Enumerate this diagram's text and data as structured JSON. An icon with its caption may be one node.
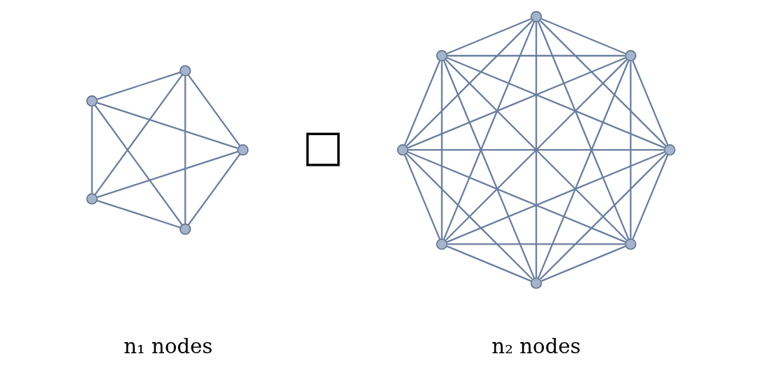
{
  "diagram": {
    "nodes": [
      {
        "text": [],
        "shape": "circle"
      },
      {
        "text": [],
        "shape": "circle"
      },
      {
        "text": [],
        "shape": "circle"
      },
      {
        "text": [],
        "shape": "circle"
      },
      {
        "text": [],
        "shape": "circle"
      },
      {
        "text": [],
        "shape": "circle"
      },
      {
        "text": [],
        "shape": "circle"
      },
      {
        "text": [],
        "shape": "circle"
      },
      {
        "text": [],
        "shape": "circle"
      },
      {
        "text": [],
        "shape": "circle"
      },
      {
        "text": [],
        "shape": "circle"
      },
      {
        "text": [],
        "shape": "circle"
      },
      {
        "text": [],
        "shape": "circle"
      }
    ],
    "edges": [
      {
        "from": 0,
        "to": 1,
        "arrow": "none"
      },
      {
        "from": 0,
        "to": 2,
        "arrow": "none"
      },
      {
        "from": 0,
        "to": 3,
        "arrow": "none"
      },
      {
        "from": 0,
        "to": 4,
        "arrow": "none"
      },
      {
        "from": 1,
        "to": 2,
        "arrow": "none"
      },
      {
        "from": 1,
        "to": 3,
        "arrow": "none"
      },
      {
        "from": 1,
        "to": 4,
        "arrow": "none"
      },
      {
        "from": 2,
        "to": 3,
        "arrow": "none"
      },
      {
        "from": 2,
        "to": 4,
        "arrow": "none"
      },
      {
        "from": 3,
        "to": 4,
        "arrow": "none"
      },
      {
        "from": 5,
        "to": 6,
        "arrow": "none"
      },
      {
        "from": 5,
        "to": 7,
        "arrow": "none"
      },
      {
        "from": 5,
        "to": 8,
        "arrow": "none"
      },
      {
        "from": 5,
        "to": 9,
        "arrow": "none"
      },
      {
        "from": 5,
        "to": 10,
        "arrow": "none"
      },
      {
        "from": 5,
        "to": 11,
        "arrow": "none"
      },
      {
        "from": 5,
        "to": 12,
        "arrow": "none"
      },
      {
        "from": 6,
        "to": 7,
        "arrow": "none"
      },
      {
        "from": 6,
        "to": 8,
        "arrow": "none"
      },
      {
        "from": 6,
        "to": 9,
        "arrow": "none"
      },
      {
        "from": 6,
        "to": 10,
        "arrow": "none"
      },
      {
        "from": 6,
        "to": 11,
        "arrow": "none"
      },
      {
        "from": 6,
        "to": 12,
        "arrow": "none"
      },
      {
        "from": 7,
        "to": 8,
        "arrow": "none"
      },
      {
        "from": 7,
        "to": 9,
        "arrow": "none"
      },
      {
        "from": 7,
        "to": 10,
        "arrow": "none"
      },
      {
        "from": 7,
        "to": 11,
        "arrow": "none"
      },
      {
        "from": 7,
        "to": 12,
        "arrow": "none"
      },
      {
        "from": 8,
        "to": 9,
        "arrow": "none"
      },
      {
        "from": 8,
        "to": 10,
        "arrow": "none"
      },
      {
        "from": 8,
        "to": 11,
        "arrow": "none"
      },
      {
        "from": 8,
        "to": 12,
        "arrow": "none"
      },
      {
        "from": 9,
        "to": 10,
        "arrow": "none"
      },
      {
        "from": 9,
        "to": 11,
        "arrow": "none"
      },
      {
        "from": 9,
        "to": 12,
        "arrow": "none"
      },
      {
        "from": 10,
        "to": 11,
        "arrow": "none"
      },
      {
        "from": 10,
        "to": 12,
        "arrow": "none"
      },
      {
        "from": 11,
        "to": 12,
        "arrow": "none"
      }
    ],
    "labels": [
      "□",
      "n₁ nodes",
      "n₂ nodes"
    ]
  }
}
